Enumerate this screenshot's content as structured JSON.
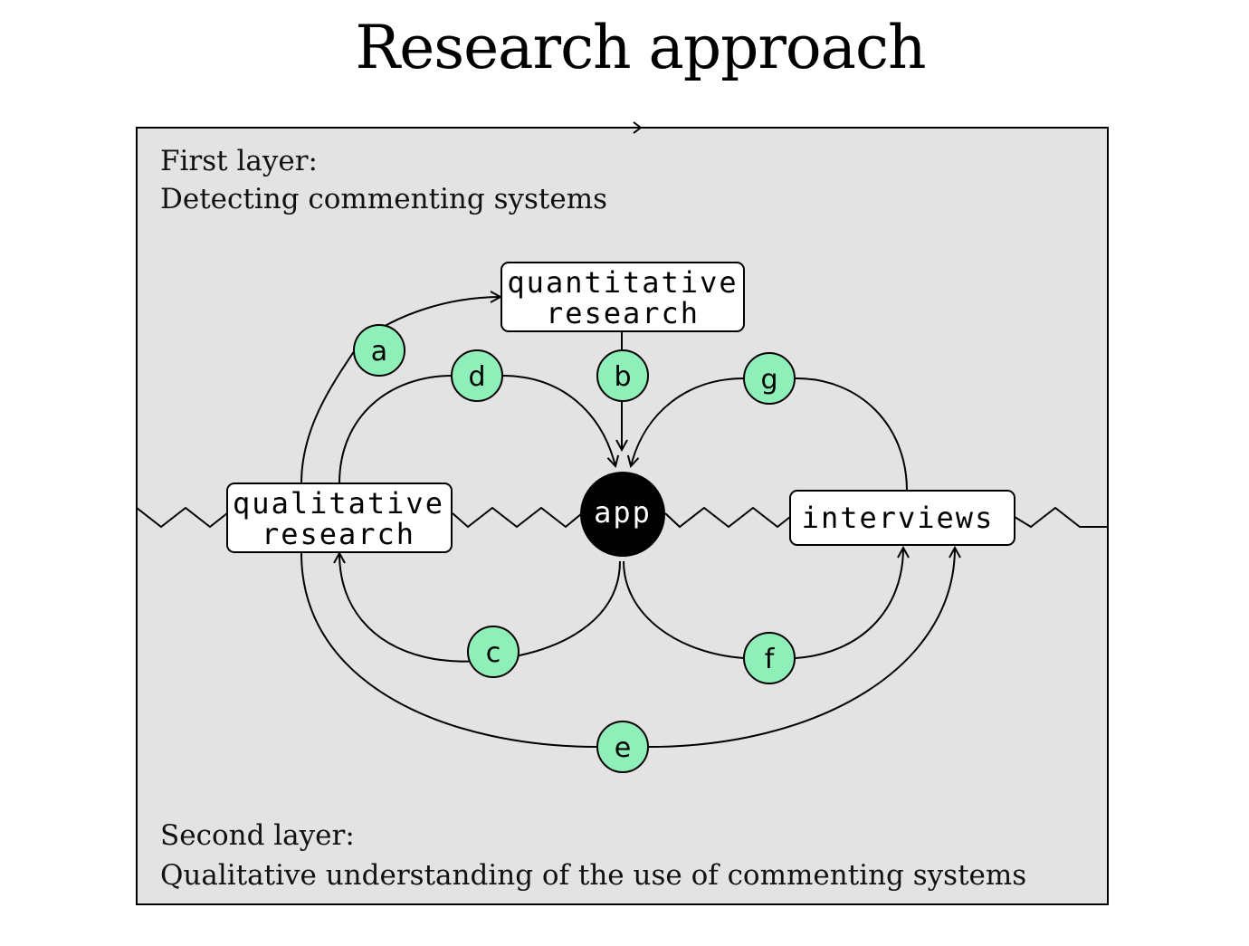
{
  "title": "Research approach",
  "layers": {
    "first": {
      "line1": "First layer:",
      "line2": "Detecting commenting systems"
    },
    "second": {
      "line1": "Second layer:",
      "line2": "Qualitative understanding of the use of commenting systems"
    }
  },
  "boxes": {
    "quantitative": {
      "line1": "quantitative",
      "line2": "research"
    },
    "qualitative": {
      "line1": "qualitative",
      "line2": "research"
    },
    "interviews": "interviews",
    "app": "app"
  },
  "nodes": {
    "a": "a",
    "b": "b",
    "c": "c",
    "d": "d",
    "e": "e",
    "f": "f",
    "g": "g"
  },
  "colors": {
    "panel": "#e3e3e3",
    "node_fill": "#8ef0b8",
    "app_fill": "#000000",
    "box_fill": "#ffffff"
  }
}
